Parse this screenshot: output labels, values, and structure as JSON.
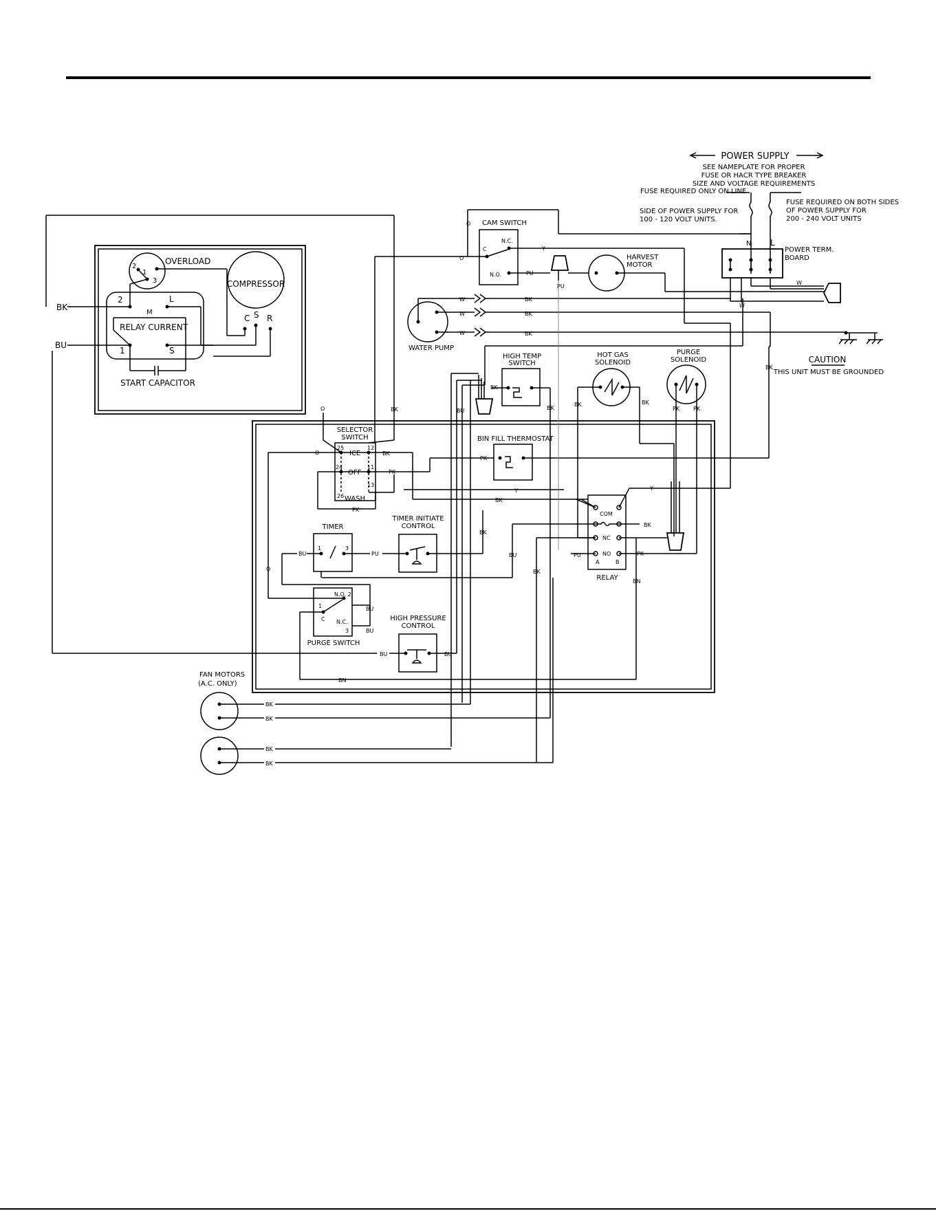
{
  "power_supply": {
    "title": "POWER SUPPLY",
    "note": [
      "SEE NAMEPLATE FOR PROPER",
      "FUSE OR HACR TYPE BREAKER",
      "SIZE AND VOLTAGE REQUIREMENTS"
    ],
    "fuse_note_1": [
      "FUSE REQUIRED ONLY ON LINE",
      "SIDE OF POWER SUPPLY FOR",
      "100 - 120 VOLT UNITS."
    ],
    "fuse_note_2": [
      "FUSE REQUIRED ON BOTH SIDES",
      "OF POWER SUPPLY FOR",
      "200 - 240 VOLT UNITS"
    ],
    "board": [
      "POWER TERM.",
      "BOARD"
    ],
    "terminals": {
      "n": "N",
      "l": "L"
    }
  },
  "caution": {
    "title": "CAUTION",
    "text": "THIS UNIT MUST BE GROUNDED"
  },
  "compressor_box": {
    "overload": "OVERLOAD",
    "compressor": "COMPRESSOR",
    "relay_current": "RELAY CURRENT",
    "start_capacitor": "START CAPACITOR",
    "terms": {
      "c": "C",
      "s": "S",
      "r": "R",
      "m": "M",
      "l": "L",
      "s2": "S",
      "one": "1",
      "two": "2",
      "three": "3",
      "ol2": "2",
      "ol3": "3",
      "ol1": "1"
    }
  },
  "components": {
    "cam_switch": "CAM SWITCH",
    "cam_nc": "N.C.",
    "cam_no": "N.O.",
    "cam_c": "C",
    "harvest_motor": [
      "HARVEST",
      "MOTOR"
    ],
    "water_pump": "WATER PUMP",
    "high_temp_switch": [
      "HIGH TEMP",
      "SWITCH"
    ],
    "hot_gas_solenoid": [
      "HOT GAS",
      "SOLENOID"
    ],
    "purge_solenoid": [
      "PURGE",
      "SOLENOID"
    ],
    "selector_switch": [
      "SELECTOR",
      "SWITCH"
    ],
    "selector_positions": {
      "ice": "ICE",
      "off": "OFF",
      "wash": "WASH"
    },
    "selector_pins": {
      "p25": "25",
      "p12": "12",
      "p24": "24",
      "p11": "11",
      "p13": "13",
      "p26": "26"
    },
    "bin_fill_thermostat": "BIN FILL THERMOSTAT",
    "timer": "TIMER",
    "timer_pins": {
      "p1": "1",
      "p3": "3"
    },
    "timer_initiate_control": [
      "TIMER INITIATE",
      "CONTROL"
    ],
    "purge_switch": "PURGE SWITCH",
    "purge_pins": {
      "no": "N.O. 2",
      "c": "C",
      "one": "1",
      "nc": "N.C.",
      "three": "3"
    },
    "high_pressure_control": [
      "HIGH PRESSURE",
      "CONTROL"
    ],
    "relay": "RELAY",
    "relay_pins": {
      "com": "COM",
      "nc": "NC",
      "no": "NO",
      "a": "A",
      "b": "B"
    },
    "fan_motors": [
      "FAN MOTORS",
      "(A.C. ONLY)"
    ]
  },
  "wire_labels": {
    "bk": "BK",
    "bu": "BU",
    "o": "O",
    "y": "Y",
    "pu": "PU",
    "w": "W",
    "pk": "PK",
    "bn": "BN"
  }
}
